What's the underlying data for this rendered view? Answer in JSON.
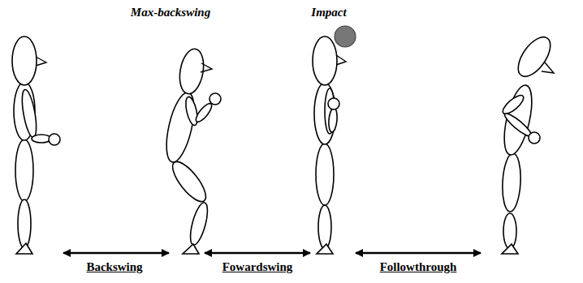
{
  "diagram": {
    "labels": [
      "Max-backswing",
      "Impact",
      "Backswing",
      "Fowardswing",
      "Followthrough"
    ]
  }
}
